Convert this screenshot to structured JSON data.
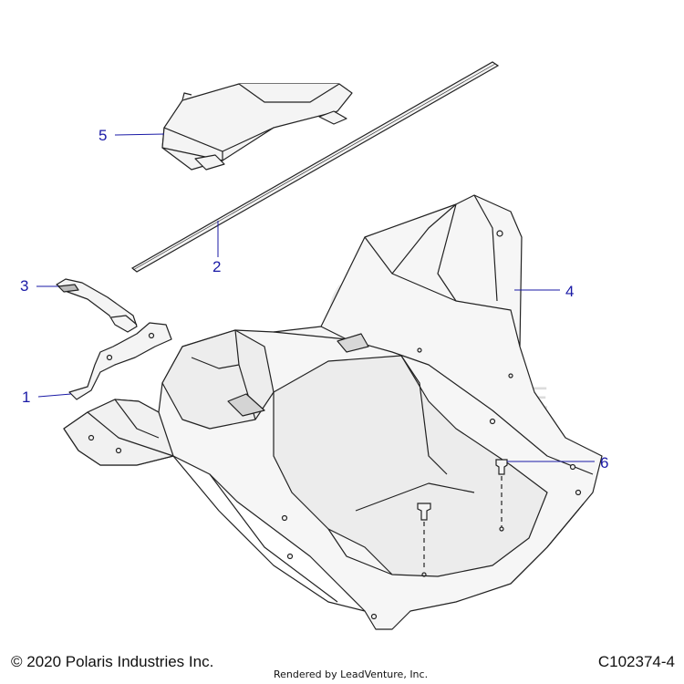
{
  "callouts": [
    {
      "id": "1",
      "label": "1"
    },
    {
      "id": "2",
      "label": "2"
    },
    {
      "id": "3",
      "label": "3"
    },
    {
      "id": "4",
      "label": "4"
    },
    {
      "id": "5",
      "label": "5"
    },
    {
      "id": "6",
      "label": "6"
    }
  ],
  "footer": {
    "copyright": "© 2020 Polaris Industries Inc.",
    "rendered_by": "Rendered by LeadVenture, Inc.",
    "diagram_code": "C102374-4"
  },
  "watermark": "LEADVENTURE",
  "colors": {
    "callout": "#1a1aa6",
    "line": "#222222",
    "part_fill": "#f2f2f2"
  }
}
